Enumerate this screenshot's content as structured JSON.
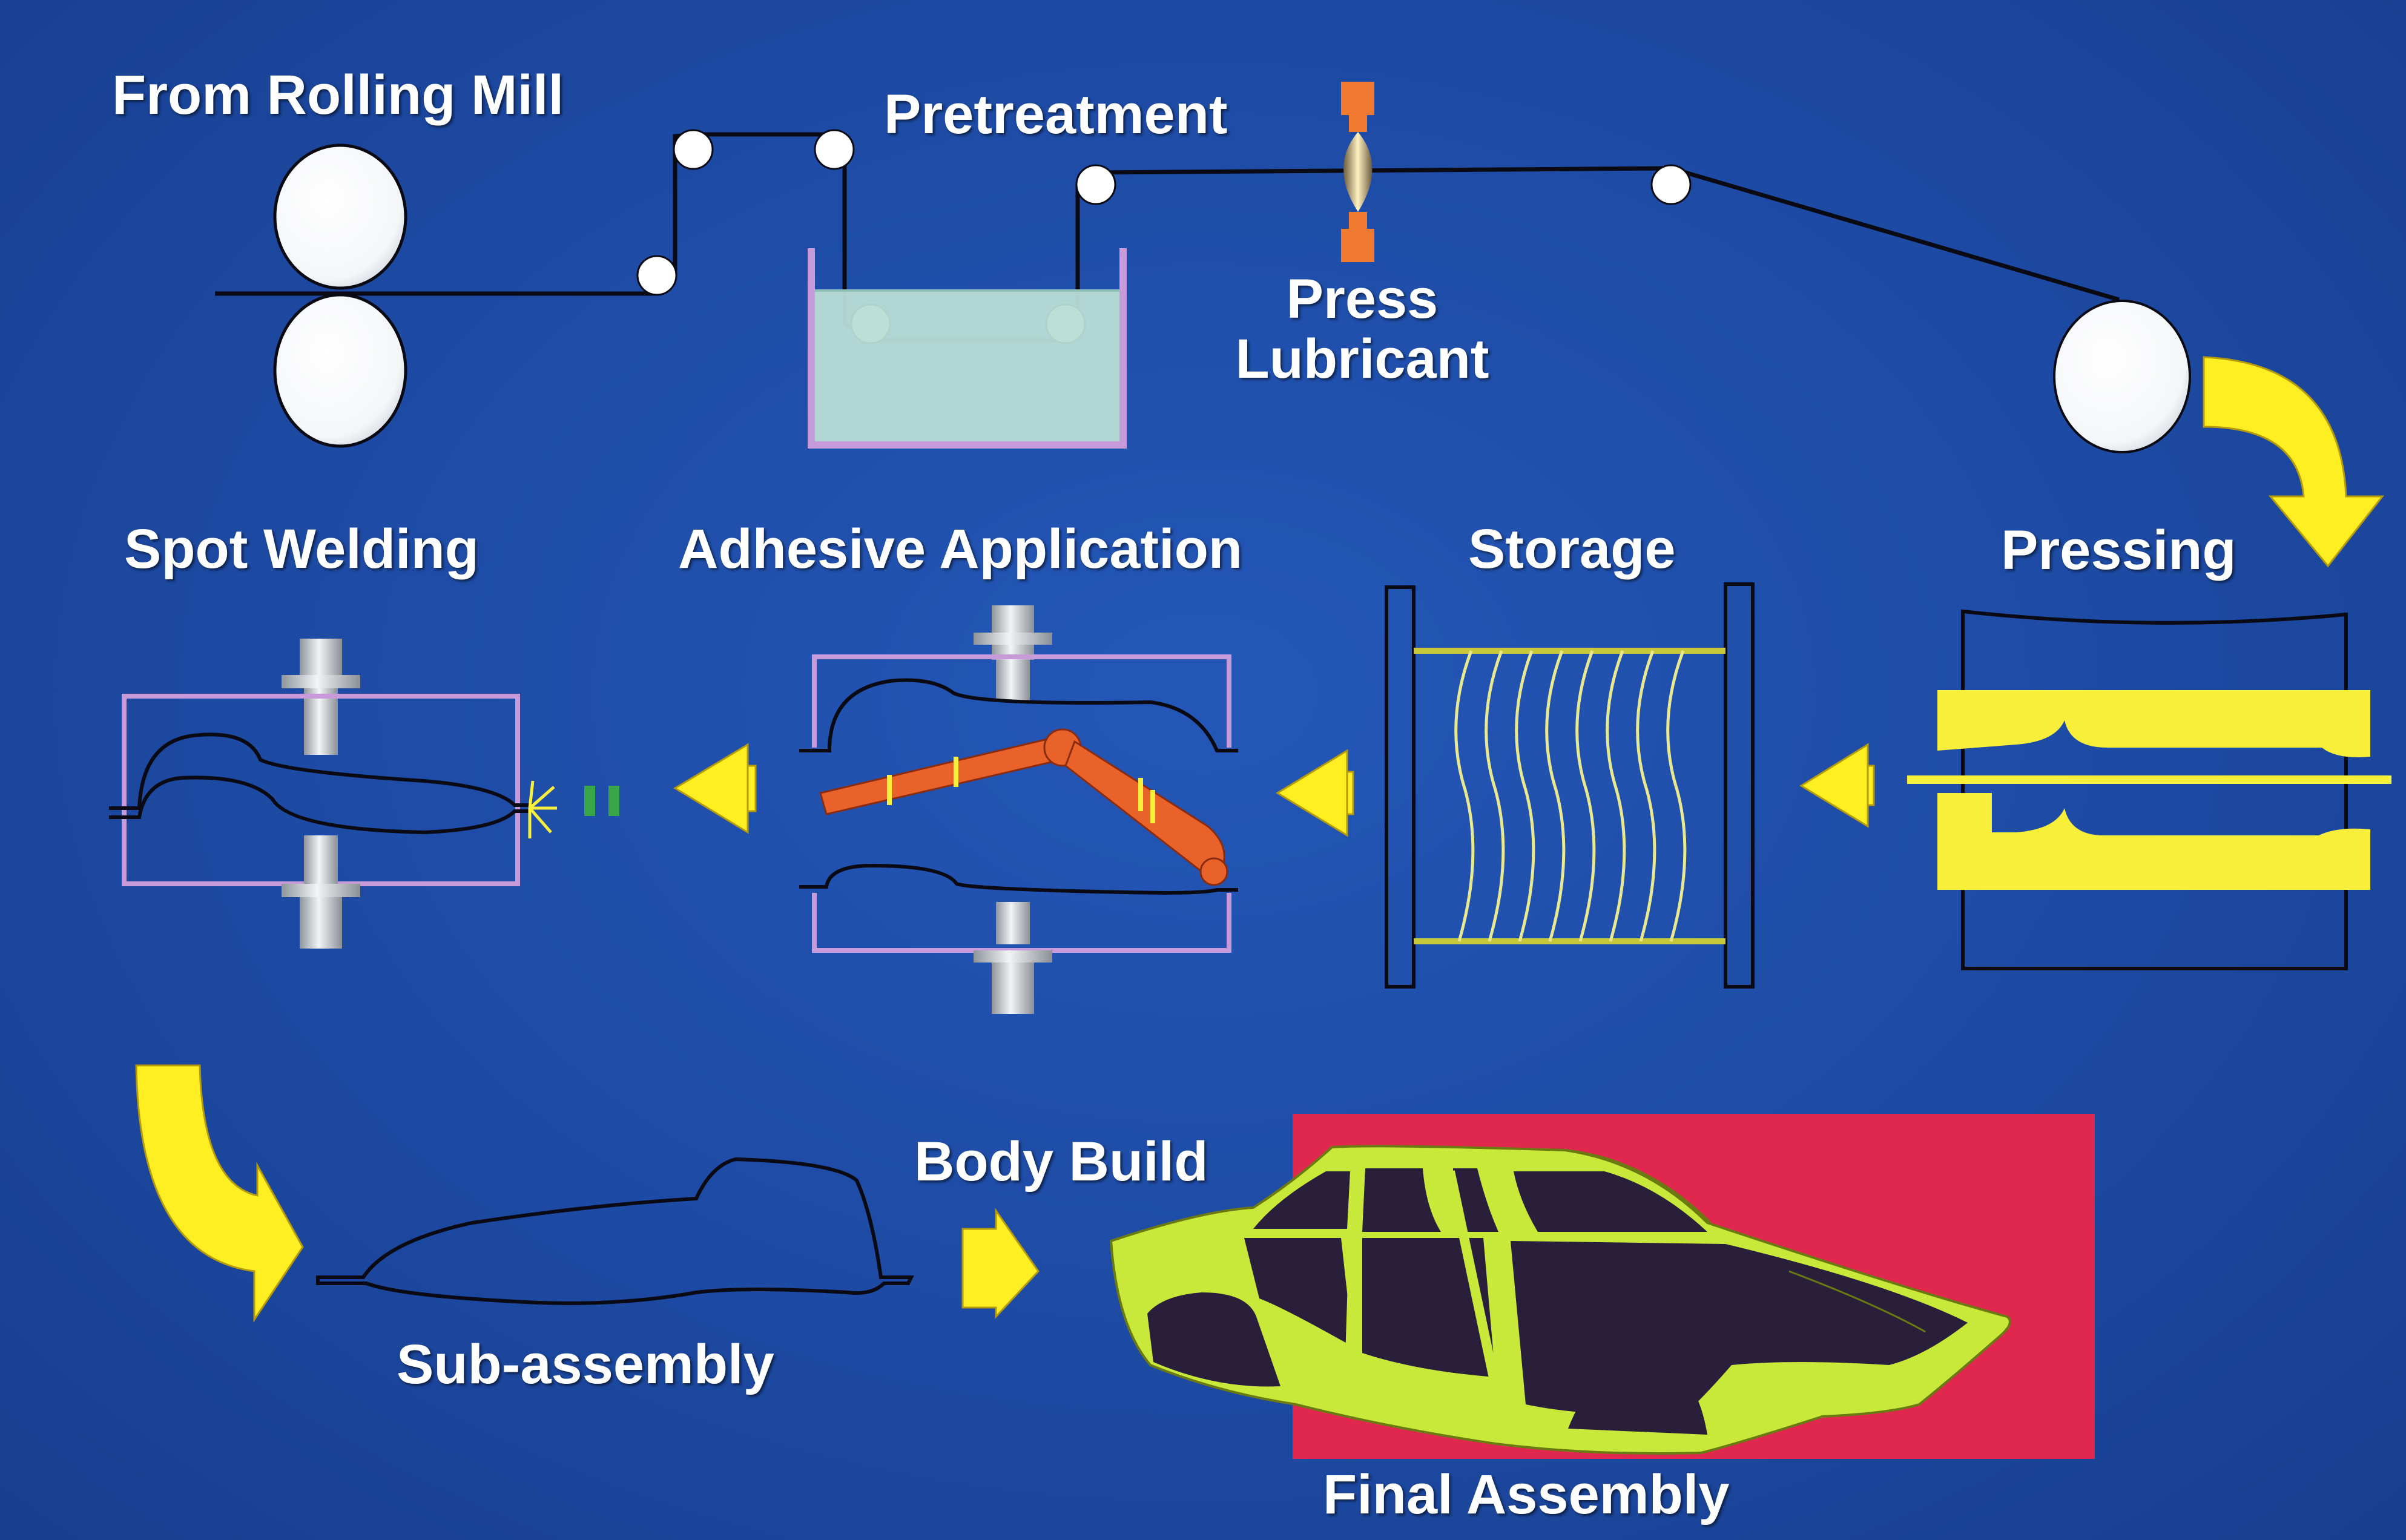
{
  "labels": {
    "rolling_mill": "From Rolling Mill",
    "pretreatment": "Pretreatment",
    "press_lubricant": "Press\nLubricant",
    "spot_welding": "Spot Welding",
    "adhesive_application": "Adhesive Application",
    "storage": "Storage",
    "pressing": "Pressing",
    "body_build": "Body Build",
    "sub_assembly": "Sub-assembly",
    "final_assembly": "Final Assembly"
  },
  "colors": {
    "background": "#1d4aa3",
    "arrow_yellow": "#ffee22",
    "die_yellow": "#f7ef3a",
    "roller_white": "#ffffff",
    "tank_liquid": "#b9ddd6",
    "tank_border": "#c79bd9",
    "press_frame": "#c79bd9",
    "robot_orange": "#e8622a",
    "nozzle_orange": "#f07a30",
    "car_body": "#c8e83a",
    "car_panel": "#2a1f3a",
    "final_backdrop": "#e0284f",
    "storage_wire": "#e8e890",
    "ram_grey": "#d0d4d8"
  }
}
